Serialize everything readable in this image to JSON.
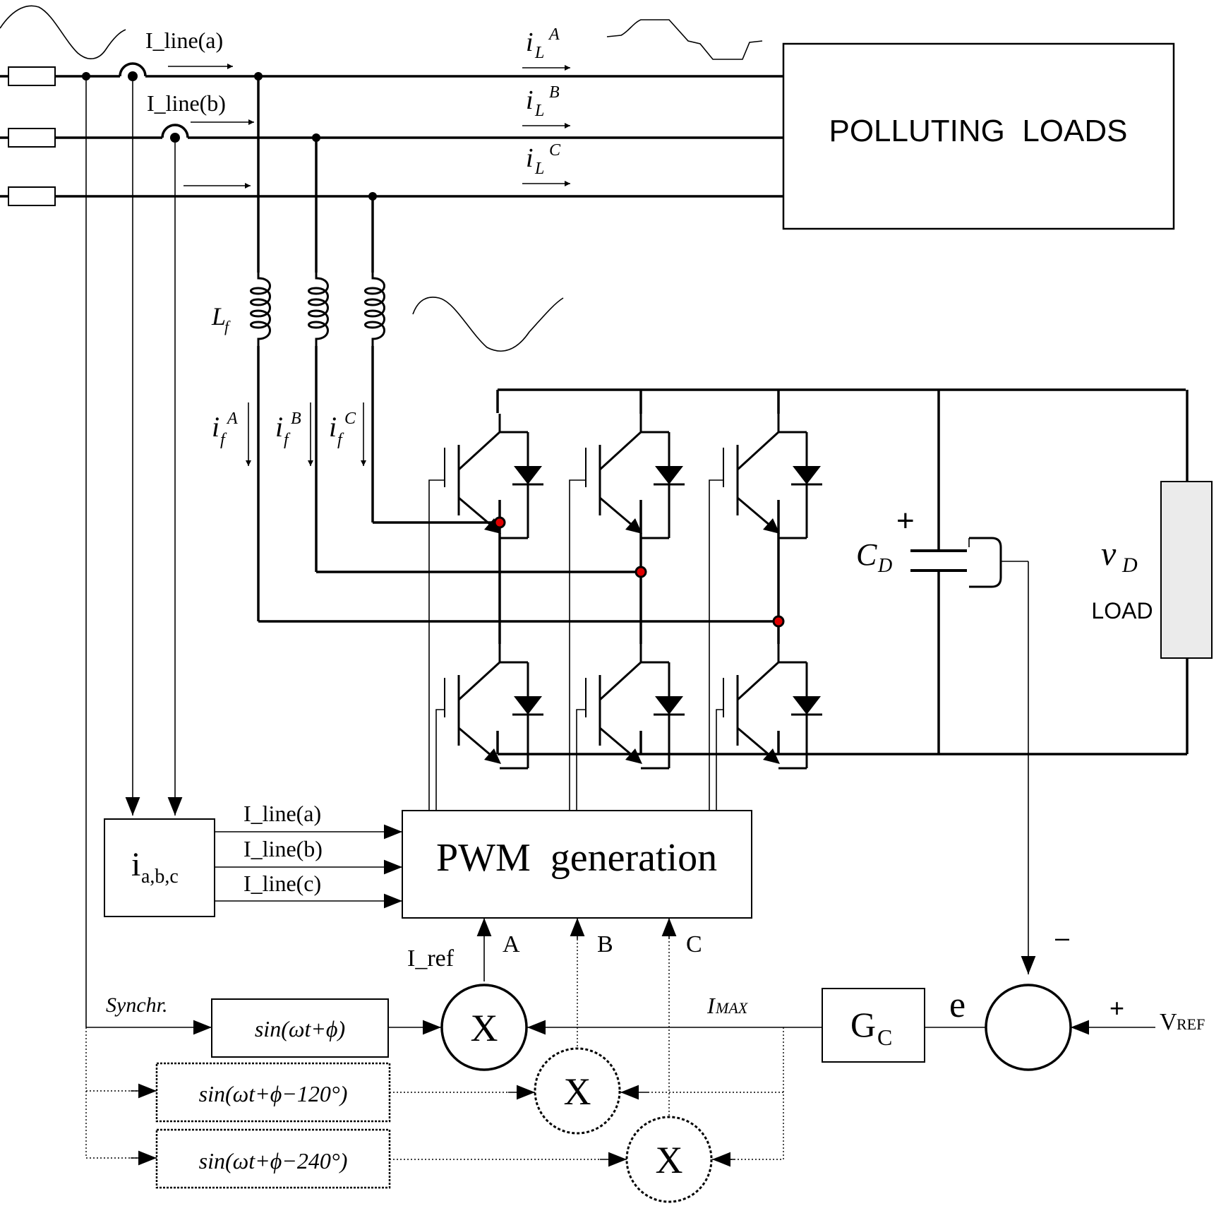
{
  "labels": {
    "i_line_a": "I_line(a)",
    "i_line_b": "I_line(b)",
    "il_main": "i",
    "il_sub": "L",
    "il_a_sup": "A",
    "il_b_sup": "B",
    "il_c_sup": "C",
    "polluting_loads": "POLLUTING  LOADS",
    "lf_main": "L",
    "lf_sub": "f",
    "if_main": "i",
    "if_sub": "f",
    "if_a_sup": "A",
    "if_b_sup": "B",
    "if_c_sup": "C",
    "plus": "+",
    "minus": "–",
    "cd_main": "C",
    "cd_sub": "D",
    "vd_main": "v",
    "vd_sub": "D",
    "load": "LOAD",
    "iabc_main": "i",
    "iabc_sub": "a,b,c",
    "pwm_in_a": "I_line(a)",
    "pwm_in_b": "I_line(b)",
    "pwm_in_c": "I_line(c)",
    "pwm_generation": "PWM  generation",
    "ref_a": "A",
    "ref_b": "B",
    "ref_c": "C",
    "i_ref": "I_ref",
    "synchr": "Synchr.",
    "sin_a": "sin(ωt+ϕ)",
    "sin_b": "sin(ωt+ϕ−120°)",
    "sin_c": "sin(ωt+ϕ−240°)",
    "mult": "X",
    "imax_main": "I",
    "imax_sub": "MAX",
    "gc_main": "G",
    "gc_sub": "C",
    "error": "e",
    "vref_main": "V",
    "vref_sub": "REF"
  }
}
